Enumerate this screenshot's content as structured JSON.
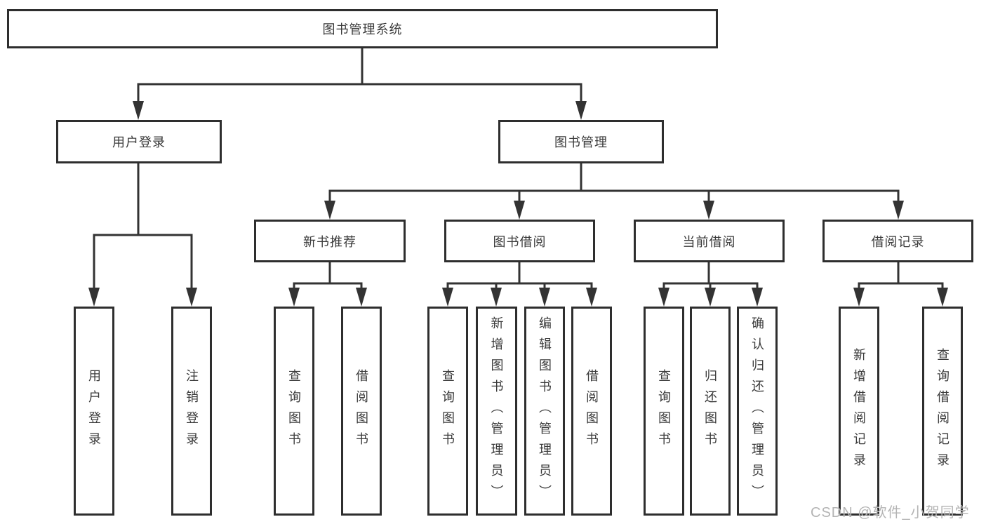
{
  "page": {
    "watermark": "CSDN @软件_小贺同学"
  },
  "diagram": {
    "type": "hierarchy-tree",
    "line_color": "#333333",
    "box_border_color": "#2e2e2e",
    "text_color": "#3a3a3a",
    "watermark_color": "#b4b4b4",
    "background_color": "#ffffff"
  },
  "nodes": {
    "root": {
      "label": "图书管理系统"
    },
    "userLogin": {
      "label": "用户登录"
    },
    "bookMgmt": {
      "label": "图书管理"
    },
    "newBookRec": {
      "label": "新书推荐"
    },
    "bookBorrow": {
      "label": "图书借阅"
    },
    "currentBorrow": {
      "label": "当前借阅"
    },
    "borrowRecords": {
      "label": "借阅记录"
    },
    "leafUserLogin": {
      "label": "用户登录"
    },
    "leafLogout": {
      "label": "注销登录"
    },
    "leafQueryBooks1": {
      "label": "查询图书"
    },
    "leafBorrowBooks1": {
      "label": "借阅图书"
    },
    "leafQueryBooks2": {
      "label": "查询图书"
    },
    "leafAddBooks": {
      "label": "新增图书（管理员）"
    },
    "leafEditBooks": {
      "label": "编辑图书（管理员）"
    },
    "leafBorrowBooks2": {
      "label": "借阅图书"
    },
    "leafQueryBooks3": {
      "label": "查询图书"
    },
    "leafReturnBooks": {
      "label": "归还图书"
    },
    "leafConfirmReturn": {
      "label": "确认归还（管理员）"
    },
    "leafAddRecord": {
      "label": "新增借阅记录"
    },
    "leafQueryRecord": {
      "label": "查询借阅记录"
    }
  },
  "hierarchy": {
    "图书管理系统": {
      "用户登录": [
        "用户登录",
        "注销登录"
      ],
      "图书管理": {
        "新书推荐": [
          "查询图书",
          "借阅图书"
        ],
        "图书借阅": [
          "查询图书",
          "新增图书（管理员）",
          "编辑图书（管理员）",
          "借阅图书"
        ],
        "当前借阅": [
          "查询图书",
          "归还图书",
          "确认归还（管理员）"
        ],
        "借阅记录": [
          "新增借阅记录",
          "查询借阅记录"
        ]
      }
    }
  }
}
